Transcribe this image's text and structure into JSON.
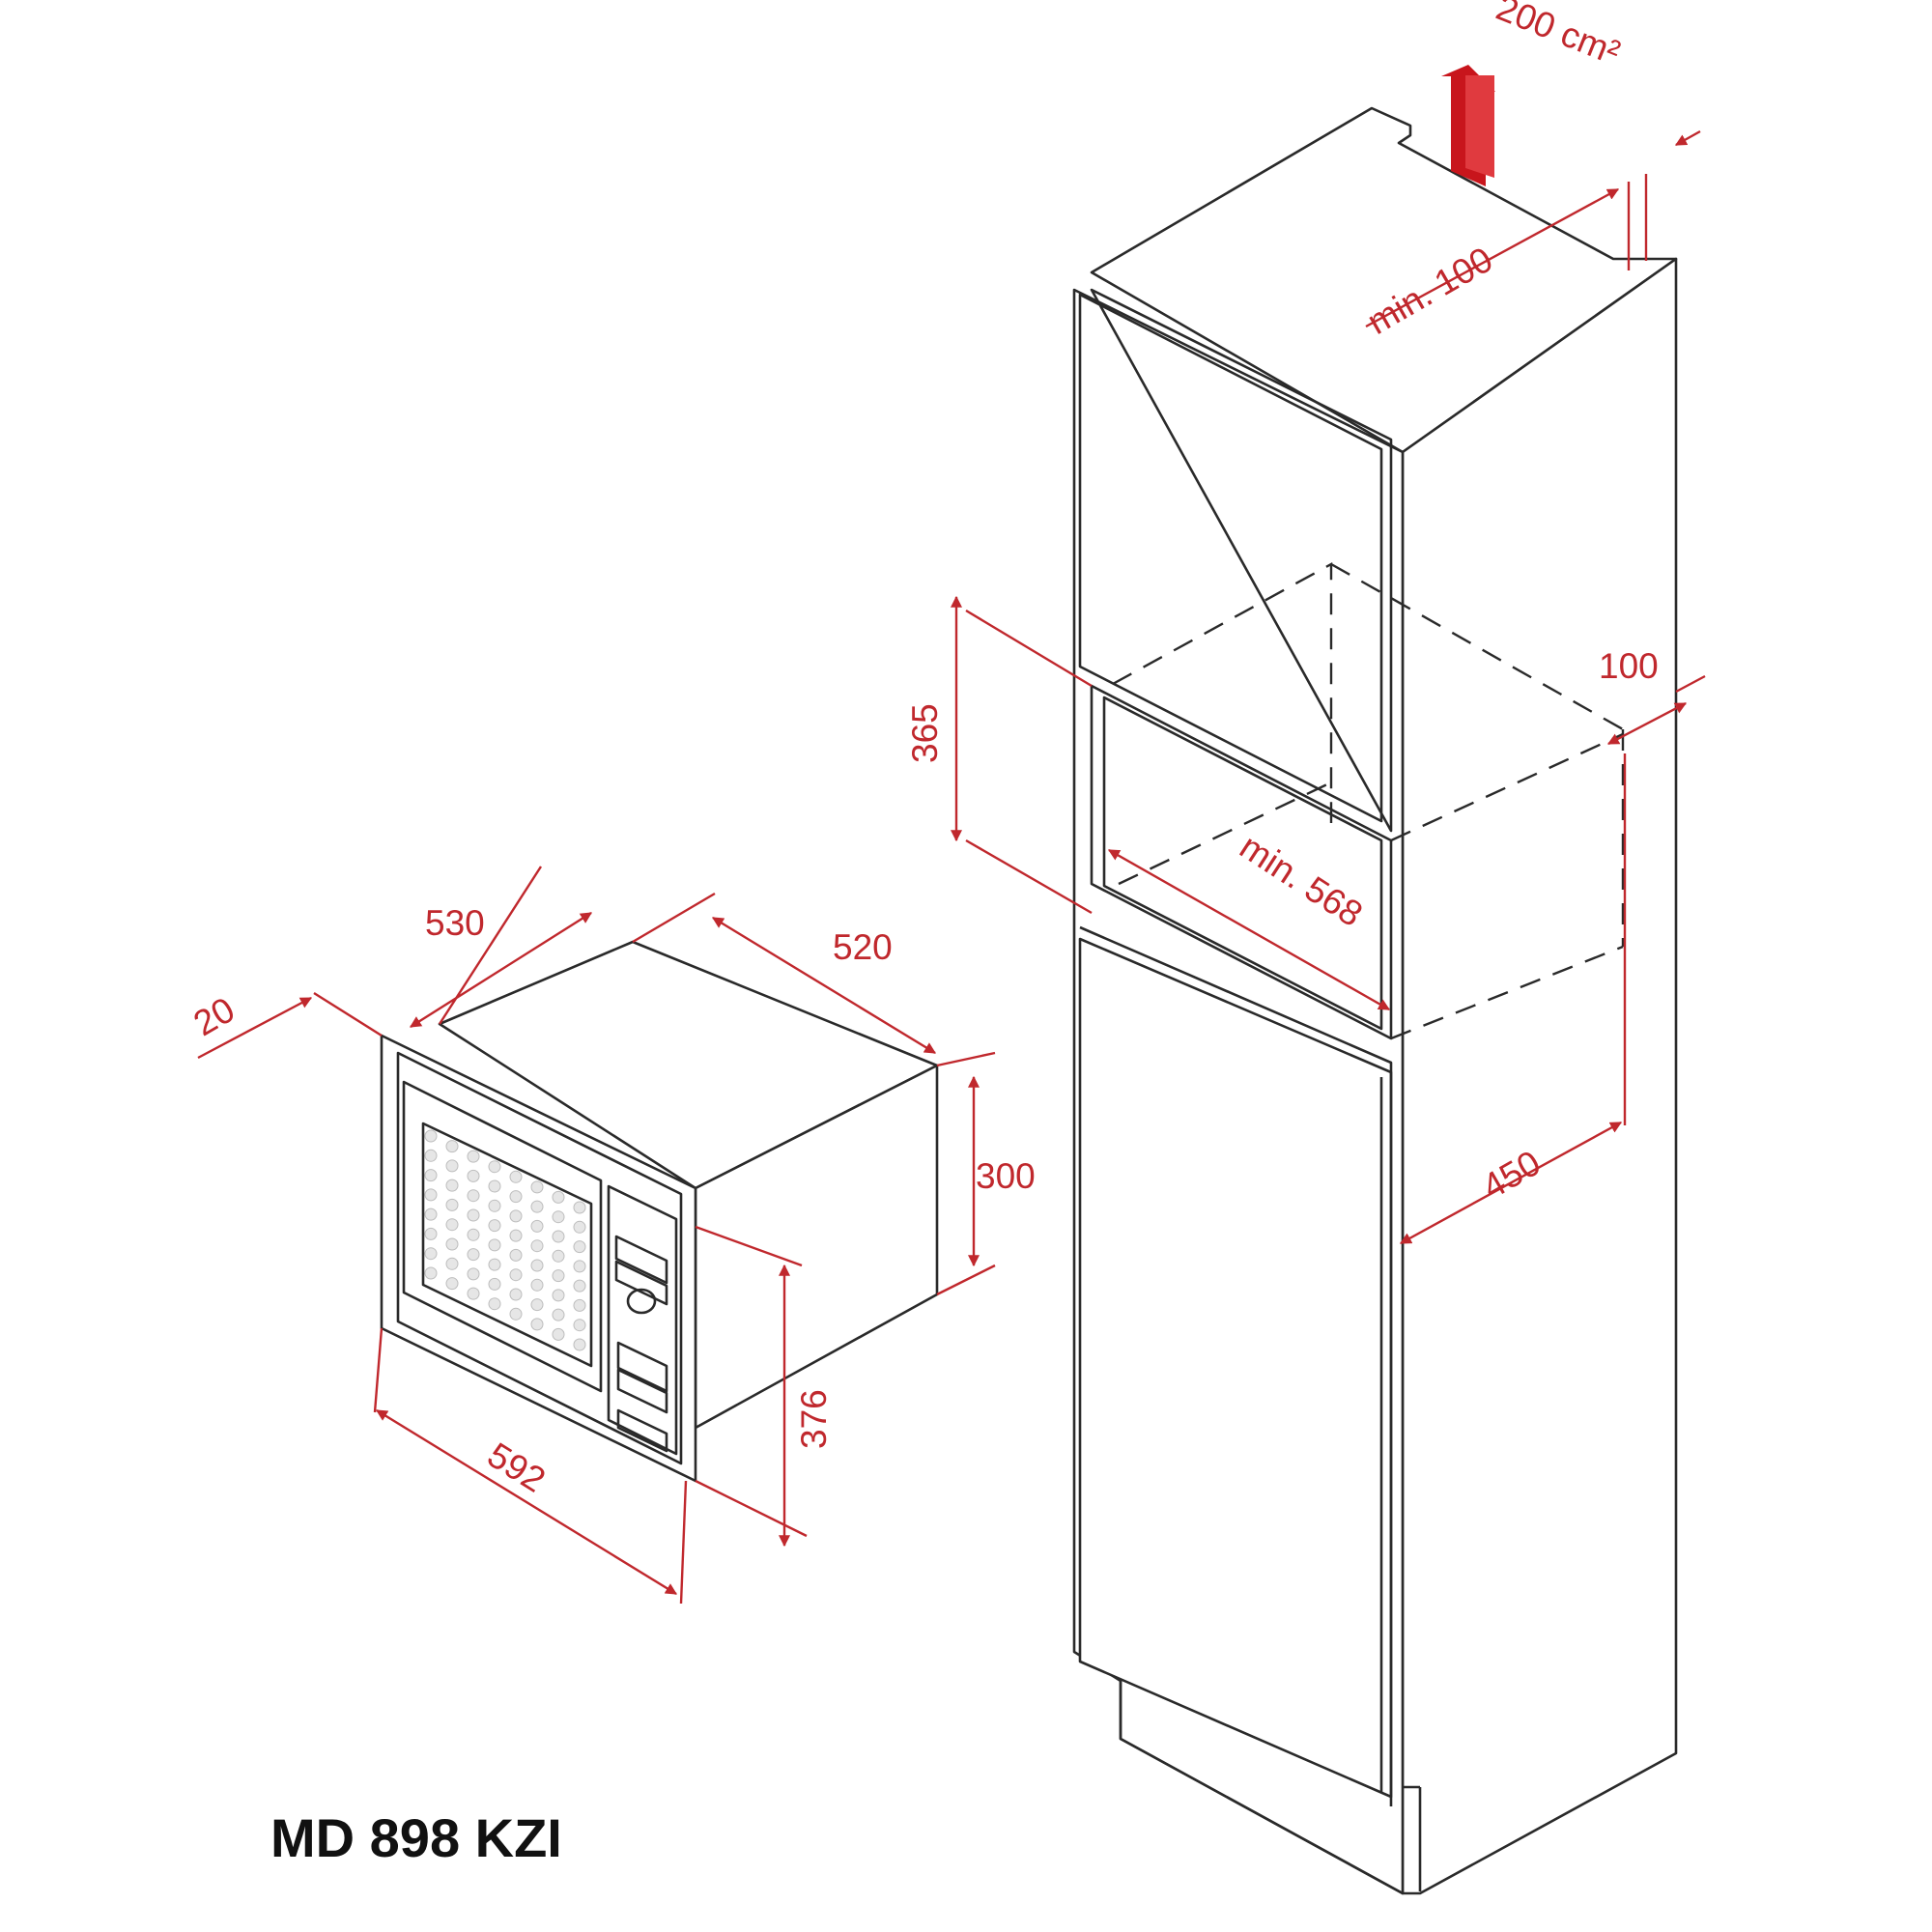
{
  "model_label": "MD 898 KZI",
  "colors": {
    "line": "#2a2a2a",
    "dimension": "#c0282d",
    "vent_arrow": "#c8151c",
    "background": "#ffffff"
  },
  "dimensions": {
    "microwave": {
      "frame_depth": "20",
      "width": "530",
      "depth": "520",
      "height": "300",
      "frame_width": "592",
      "frame_height": "376"
    },
    "cabinet": {
      "ventilation_area": "200 cm²",
      "top_gap": "min. 100",
      "niche_height": "365",
      "niche_width": "min. 568",
      "rear_gap": "100",
      "niche_depth": "450"
    }
  }
}
